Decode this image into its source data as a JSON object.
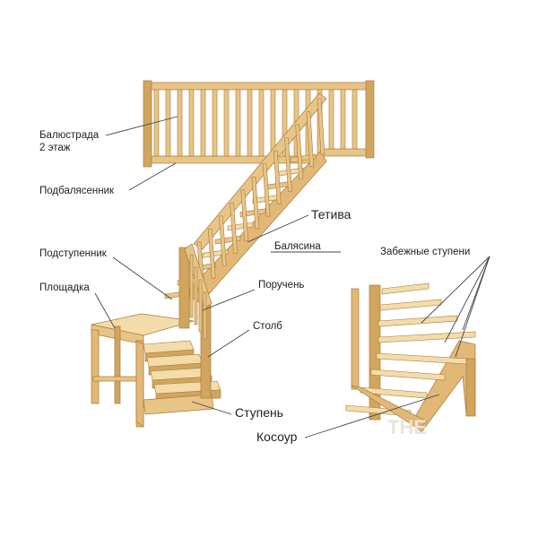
{
  "labels": {
    "balustrade_l1": "Балюстрада",
    "balustrade_l2": "2 этаж",
    "sub_baluster": "Подбалясенник",
    "stringer_side": "Тетива",
    "baluster": "Балясина",
    "riser": "Подступенник",
    "landing": "Площадка",
    "handrail": "Поручень",
    "post": "Столб",
    "step": "Ступень",
    "winder_steps": "Забежные ступени",
    "stringer_center": "Косоур"
  },
  "watermark": "THE",
  "colors": {
    "wood_light": "#f3dcaa",
    "wood_mid": "#e8c587",
    "wood_dark": "#d2a55e",
    "wood_edge": "#a67a3c",
    "label_text": "#222222"
  }
}
